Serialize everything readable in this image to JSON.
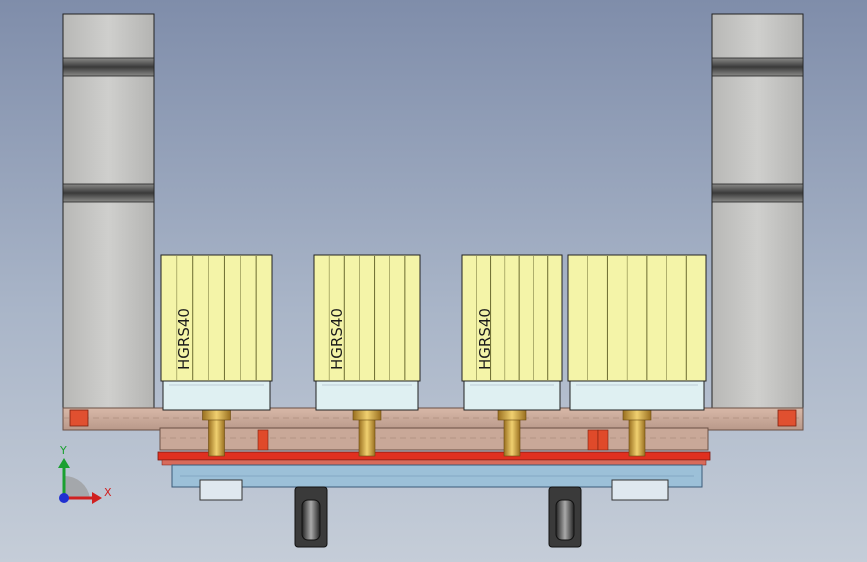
{
  "cylinders": [
    {
      "label": "HGRS40"
    },
    {
      "label": "HGRS40"
    },
    {
      "label": "HGRS40"
    },
    {
      "label": ""
    }
  ],
  "triad": {
    "x_label": "X",
    "y_label": "Y"
  },
  "colors": {
    "background_top": "#7f8daa",
    "background_bottom": "#c5cdd8",
    "cylinder_body": "#f4f4a8",
    "plate": "#caa99a",
    "red_rail": "#e03020",
    "column": "#c2c2c0"
  }
}
